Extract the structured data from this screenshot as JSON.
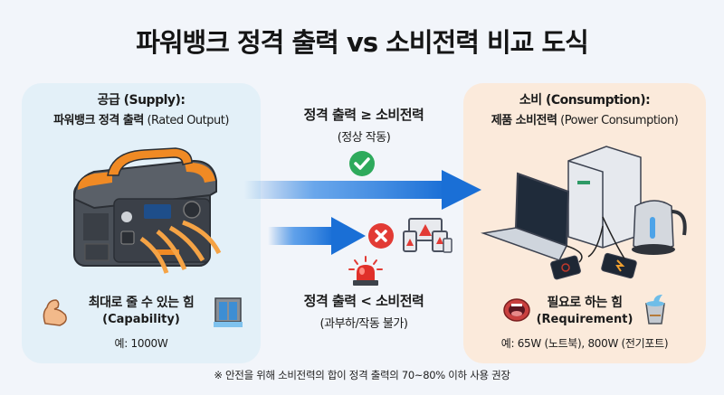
{
  "title": "파워뱅크 정격 출력 vs 소비전력 비교 도식",
  "supply_panel": {
    "heading": "공급 (Supply):",
    "subheading_ko": "파워뱅크 정격 출력",
    "subheading_en": "(Rated Output)",
    "illustration": "portable-power-station",
    "capability_title": "최대로 줄 수 있는 힘",
    "capability_en": "(Capability)",
    "example": "예: 1000W",
    "icons": [
      "flexed-bicep-icon",
      "dam-icon"
    ],
    "bg_color": "#e3f0f8"
  },
  "consumption_panel": {
    "heading": "소비 (Consumption):",
    "subheading_ko": "제품 소비전력",
    "subheading_en": "(Power Consumption)",
    "illustration": "devices-laptop-fridge-kettle-phones",
    "requirement_title": "필요로 하는 힘",
    "requirement_en": "(Requirement)",
    "example": "예: 65W (노트북), 800W (전기포트)",
    "icons": [
      "open-mouth-icon",
      "water-bucket-icon"
    ],
    "bg_color": "#fbeadb"
  },
  "center": {
    "ok_condition": "정격 출력 ≥ 소비전력",
    "ok_state": "(정상 작동)",
    "ok_icon": "check-circle-icon",
    "fail_condition": "정격 출력 < 소비전력",
    "fail_state": "(과부하/작동 불가)",
    "fail_icons": [
      "x-circle-icon",
      "warning-devices-icon",
      "siren-icon"
    ],
    "arrow_color": "#1a73d9",
    "ok_color": "#2eaa5c",
    "fail_color": "#e23b35"
  },
  "footnote": "※ 안전을 위해 소비전력의 합이 정격 출력의 70~80% 이하 사용 권장"
}
